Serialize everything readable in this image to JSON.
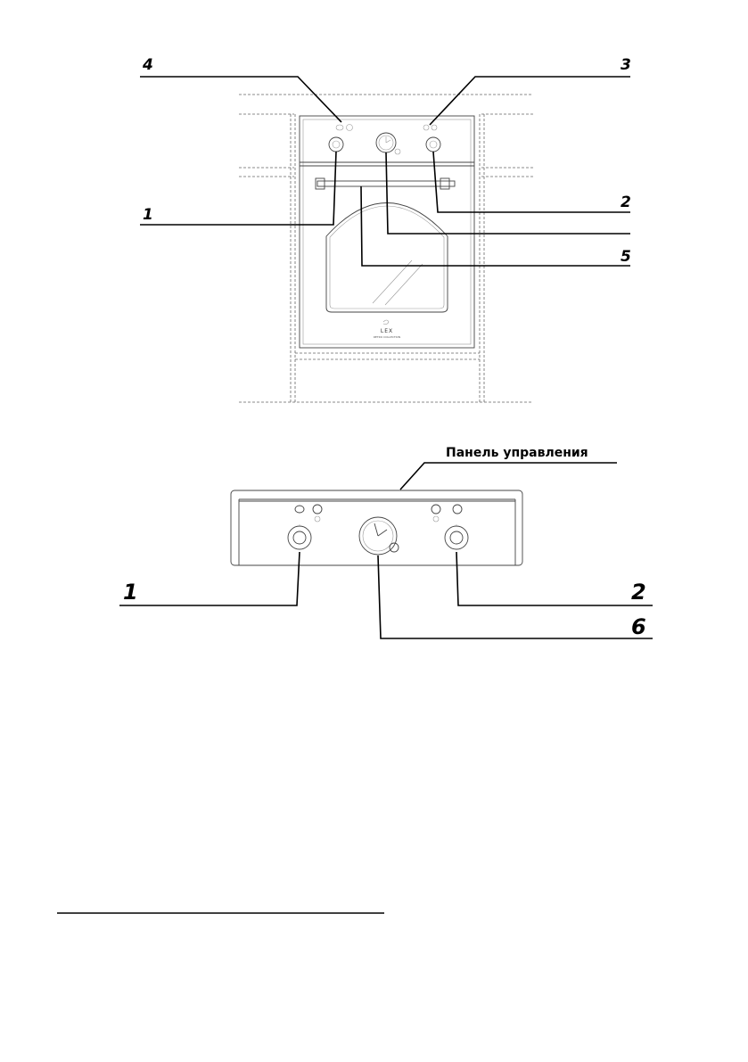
{
  "figure1": {
    "callouts": [
      "4",
      "3",
      "1",
      "2",
      "5"
    ],
    "logo_text": "LEX",
    "logo_subtext": "RETRO COLLECTION"
  },
  "figure2": {
    "panel_label": "Панель управления",
    "callouts": [
      "1",
      "2",
      "6"
    ]
  }
}
